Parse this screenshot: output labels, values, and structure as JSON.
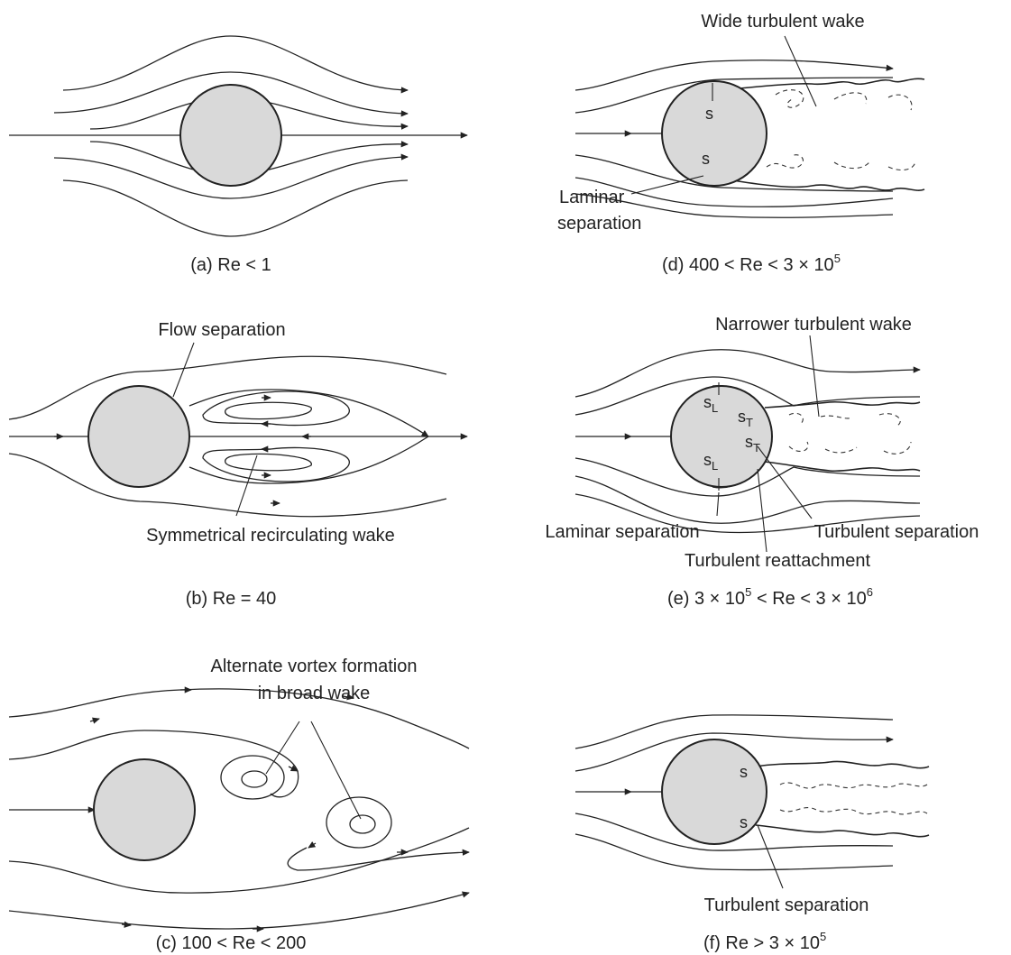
{
  "panels": {
    "a": {
      "caption": "(a) Re < 1"
    },
    "b": {
      "caption": "(b) Re = 40",
      "label_top": "Flow separation",
      "label_bottom": "Symmetrical recirculating wake"
    },
    "c": {
      "caption": "(c) 100 < Re < 200",
      "label_line1": "Alternate vortex formation",
      "label_line2": "in broad wake"
    },
    "d": {
      "caption_main": "(d) 400 < Re < 3 × 10",
      "caption_sup": "5",
      "label_top": "Wide turbulent wake",
      "label_bottom_line1": "Laminar",
      "label_bottom_line2": "separation",
      "sep_point": "s"
    },
    "e": {
      "caption_a": "(e) 3 × 10",
      "caption_sup1": "5",
      "caption_b": " < Re < 3 × 10",
      "caption_sup2": "6",
      "label_top": "Narrower turbulent wake",
      "label_laminar": "Laminar separation",
      "label_turb_sep": "Turbulent separation",
      "label_reattach": "Turbulent reattachment",
      "s_base": "s",
      "sub_L": "L",
      "sub_T": "T"
    },
    "f": {
      "caption_main": "(f) Re > 3 × 10",
      "caption_sup": "5",
      "label_bottom": "Turbulent separation",
      "sep_point": "s"
    }
  }
}
